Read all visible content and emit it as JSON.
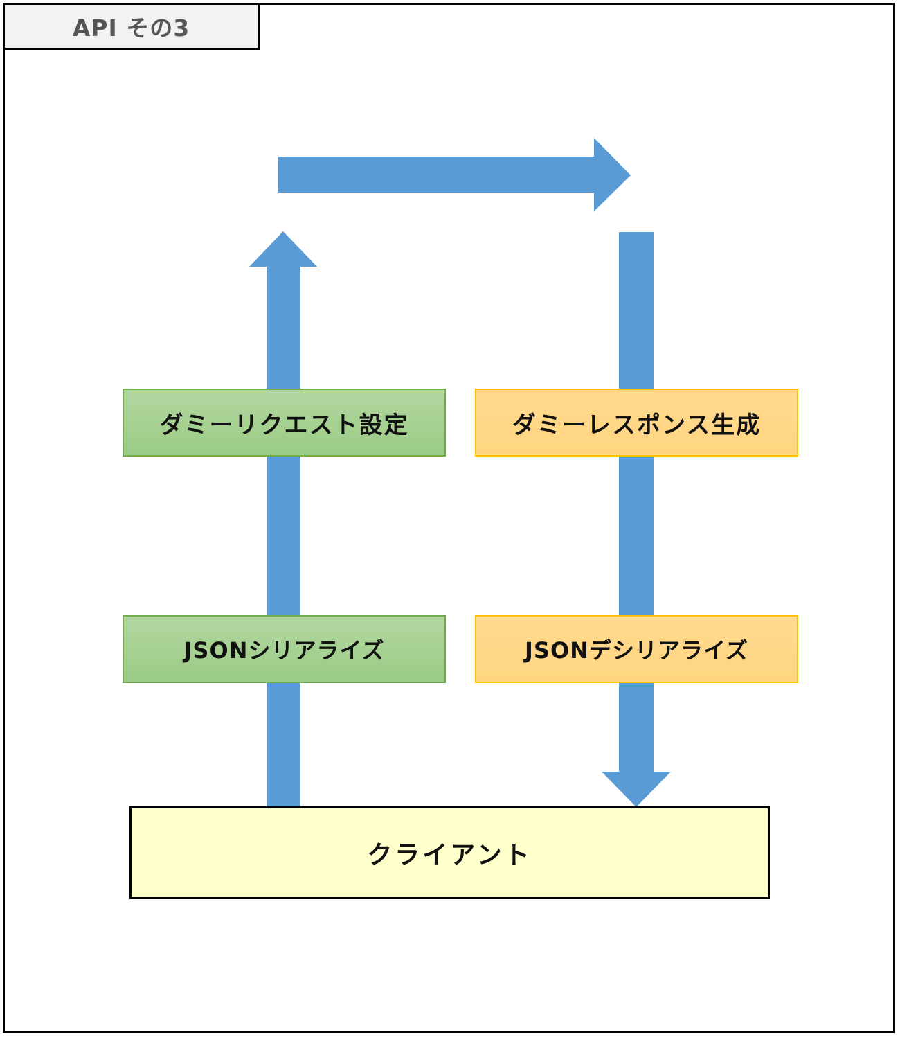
{
  "diagram": {
    "title": "API その3",
    "steps": {
      "request_setup": "ダミーリクエスト設定",
      "json_serialize": "JSONシリアライズ",
      "response_generate": "ダミーレスポンス生成",
      "json_deserialize": "JSONデシリアライズ",
      "client": "クライアント"
    },
    "colors": {
      "arrow": "#5b9bd5",
      "request_box_fill": "#a9d18e",
      "request_box_border": "#70ad47",
      "response_box_fill": "#ffd966",
      "response_box_border": "#ffc000",
      "client_fill": "#ffffcc",
      "frame_border": "#000000"
    }
  }
}
